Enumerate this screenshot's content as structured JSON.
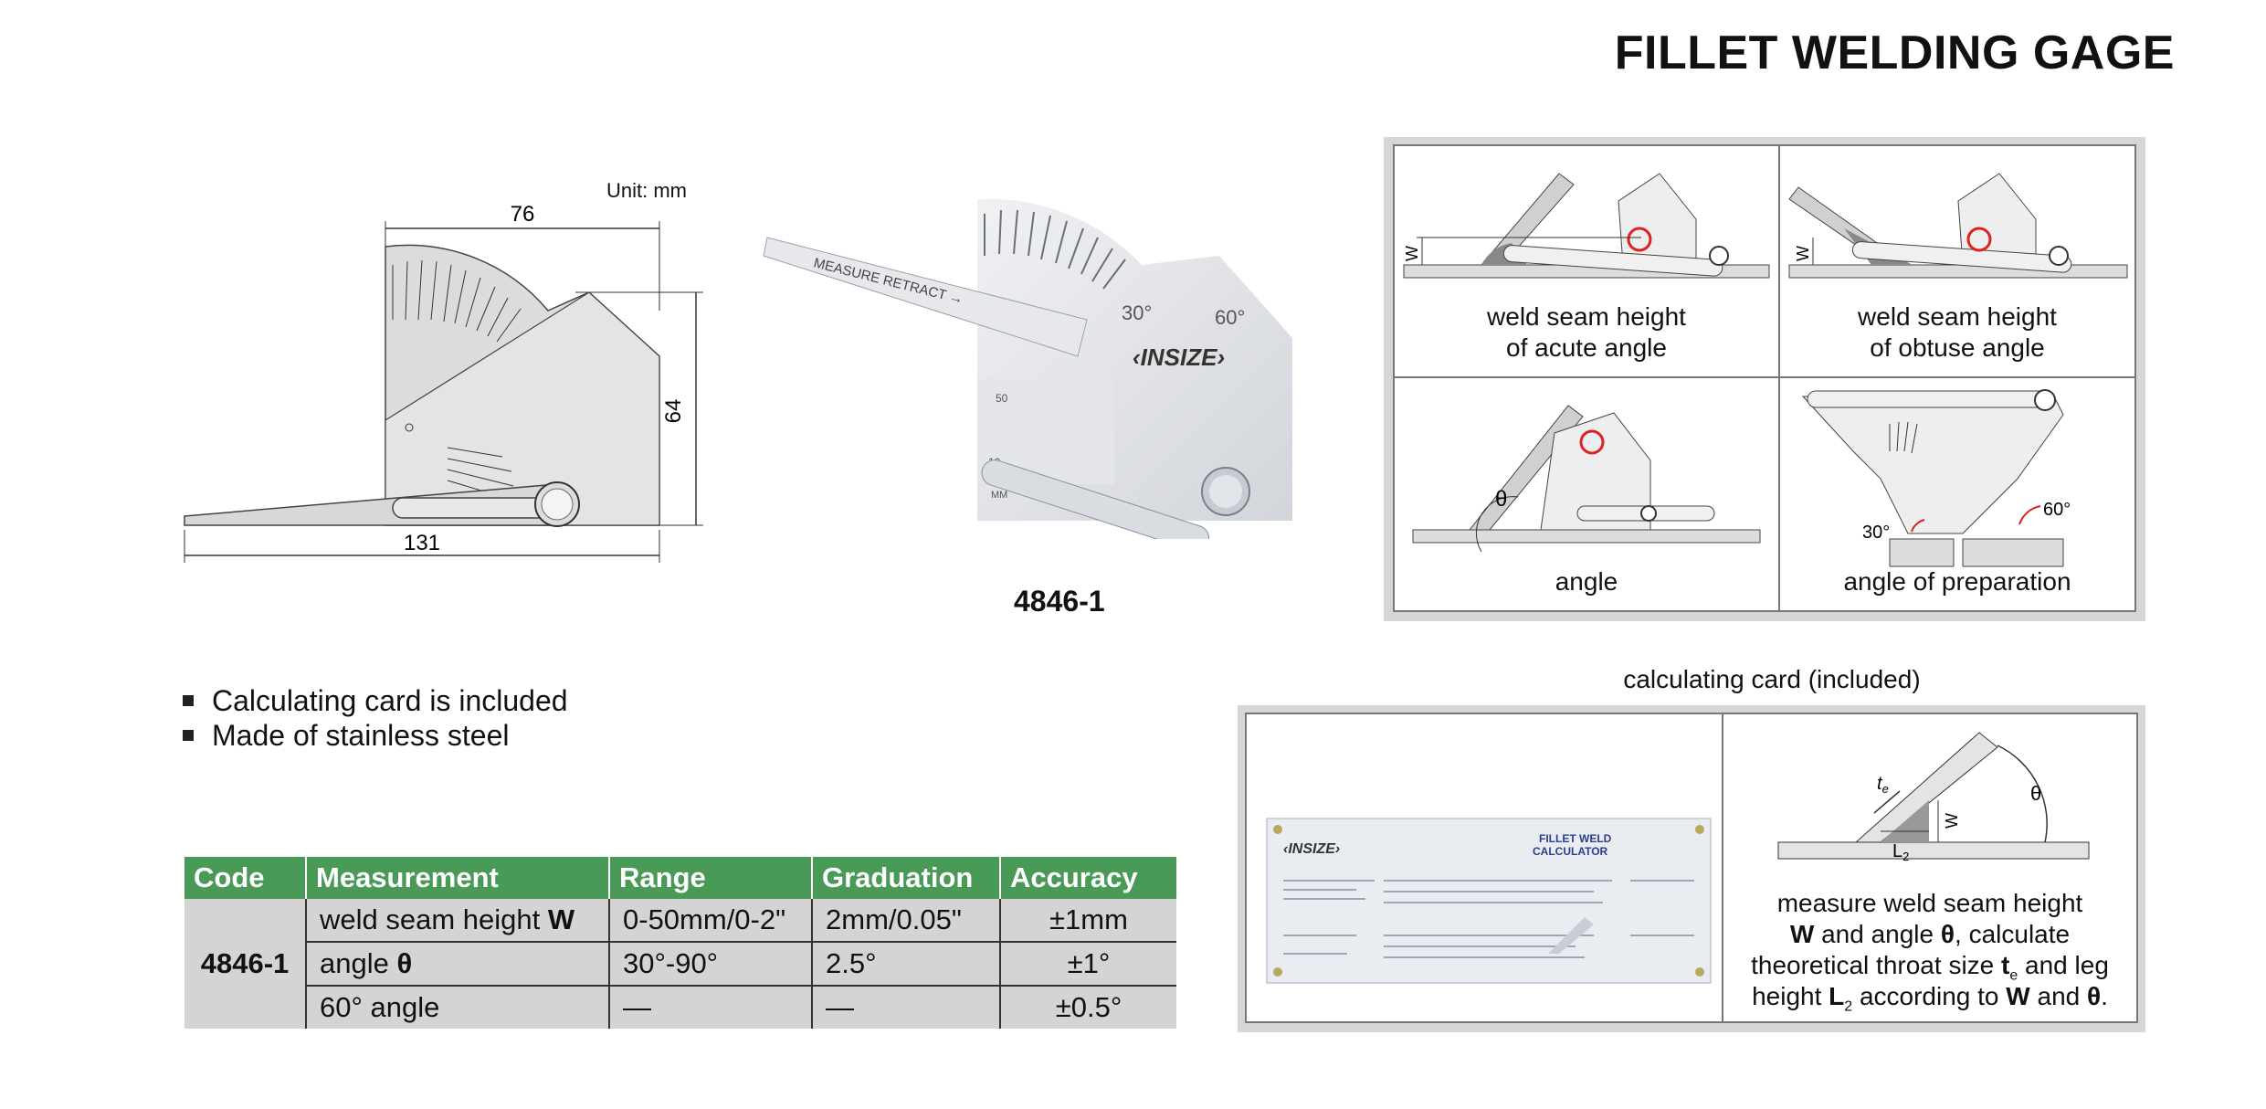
{
  "title": "FILLET WELDING GAGE",
  "drawing": {
    "unit": "Unit: mm",
    "dim_width": "76",
    "dim_height": "64",
    "dim_length": "131"
  },
  "photo": {
    "code": "4846-1",
    "brand": "‹INSIZE›",
    "mark_30": "30°",
    "mark_60": "60°",
    "arm_text": "MEASURE  RETRACT →",
    "scale_50": "50",
    "scale_10": "10",
    "unit_mm": "MM"
  },
  "usage": {
    "cell1_line1": "weld seam height",
    "cell1_line2": "of acute angle",
    "cell2_line1": "weld seam height",
    "cell2_line2": "of obtuse angle",
    "cell3": "angle",
    "cell4": "angle of preparation",
    "w": "W",
    "theta": "θ",
    "a30": "30°",
    "a60": "60°"
  },
  "features": [
    "Calculating card is included",
    "Made of stainless steel"
  ],
  "card": {
    "label": "calculating card (included)",
    "brand": "‹INSIZE›",
    "card_title": "FILLET WELD",
    "card_subtitle": "CALCULATOR",
    "te": "t",
    "te_sub": "e",
    "l2": "L",
    "l2_sub": "2",
    "w": "W",
    "theta": "θ",
    "desc1": "measure weld seam height",
    "desc2_w": "W",
    "desc2_mid": " and angle ",
    "desc2_theta": "θ",
    "desc2_end": ", calculate",
    "desc3_pre": "theoretical throat size ",
    "desc3_t": "t",
    "desc3_tsub": "e",
    "desc3_end": " and leg",
    "desc4_pre": "height ",
    "desc4_l": "L",
    "desc4_lsub": "2",
    "desc4_mid": " according to ",
    "desc4_w": "W",
    "desc4_and": " and ",
    "desc4_theta": "θ",
    "desc4_dot": "."
  },
  "table": {
    "headers": [
      "Code",
      "Measurement",
      "Range",
      "Graduation",
      "Accuracy"
    ],
    "code": "4846-1",
    "rows": [
      {
        "m_text": "weld seam height ",
        "m_sym": "W",
        "range": "0-50mm/0-2\"",
        "grad": "2mm/0.05\"",
        "acc": "±1mm"
      },
      {
        "m_text": "angle ",
        "m_sym": "θ",
        "range": "30°-90°",
        "grad": "2.5°",
        "acc": "±1°"
      },
      {
        "m_text": "60° angle",
        "m_sym": "",
        "range": "—",
        "grad": "—",
        "acc": "±0.5°"
      }
    ]
  }
}
